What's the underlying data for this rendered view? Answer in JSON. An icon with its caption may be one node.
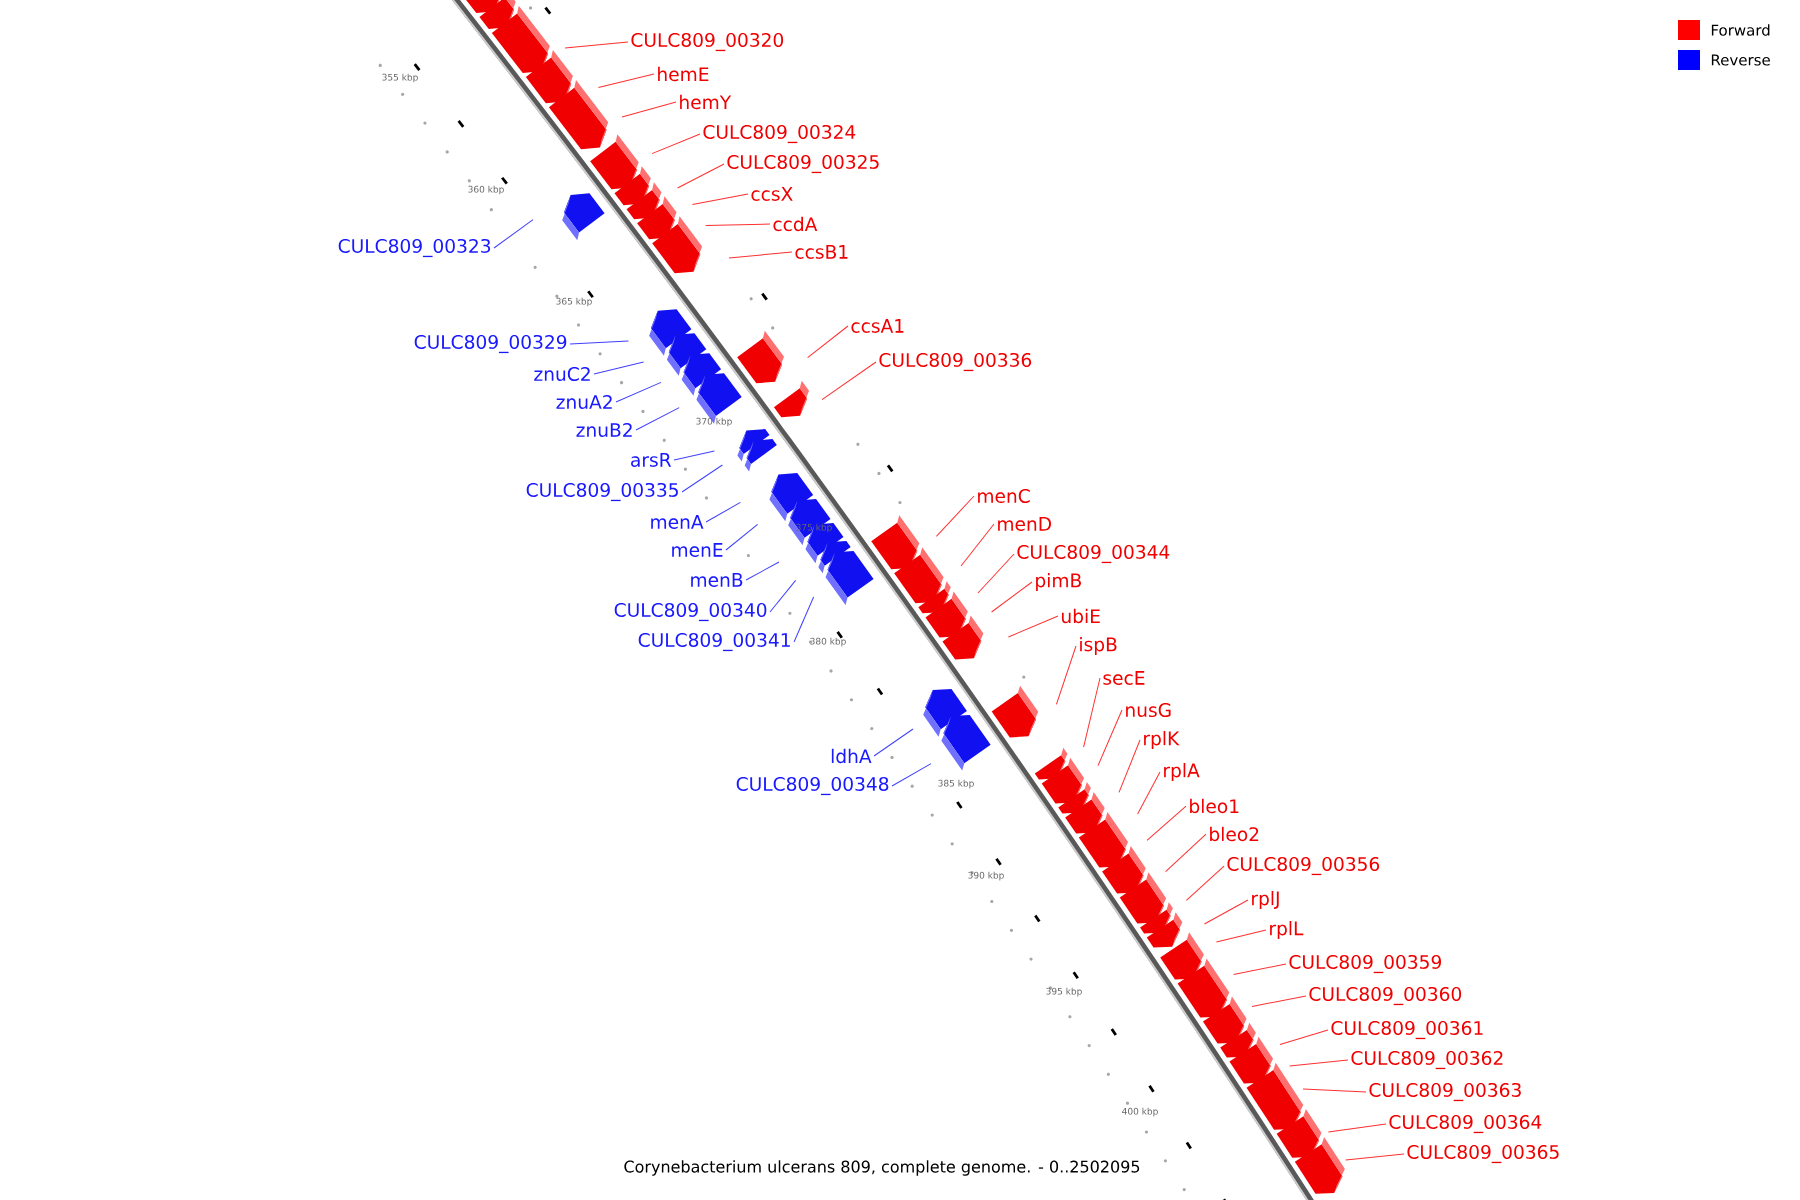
{
  "diagram": {
    "caption": "Corynebacterium ulcerans 809, complete genome. - 0..2502095",
    "nodes": [
      {
        "text": [
          "CULC809_00320"
        ]
      },
      {
        "text": [
          "hemE"
        ]
      },
      {
        "text": [
          "hemY"
        ]
      },
      {
        "text": [
          "CULC809_00324"
        ]
      },
      {
        "text": [
          "CULC809_00325"
        ]
      },
      {
        "text": [
          "ccsX"
        ]
      },
      {
        "text": [
          "ccdA"
        ]
      },
      {
        "text": [
          "CULC809_00323"
        ]
      },
      {
        "text": [
          "ccsB1"
        ]
      },
      {
        "text": [
          "ccsA1"
        ]
      },
      {
        "text": [
          "CULC809_00329"
        ]
      },
      {
        "text": [
          "CULC809_00336"
        ]
      },
      {
        "text": [
          "znuC2"
        ]
      },
      {
        "text": [
          "znuA2"
        ]
      },
      {
        "text": [
          "znuB2"
        ]
      },
      {
        "text": [
          "arsR"
        ]
      },
      {
        "text": [
          "CULC809_00335"
        ]
      },
      {
        "text": [
          "menC"
        ]
      },
      {
        "text": [
          "menA"
        ]
      },
      {
        "text": [
          "menD"
        ]
      },
      {
        "text": [
          "menE"
        ]
      },
      {
        "text": [
          "CULC809_00344"
        ]
      },
      {
        "text": [
          "menB"
        ]
      },
      {
        "text": [
          "pimB"
        ]
      },
      {
        "text": [
          "CULC809_00340"
        ]
      },
      {
        "text": [
          "ubiE"
        ]
      },
      {
        "text": [
          "CULC809_00341"
        ]
      },
      {
        "text": [
          "ispB"
        ]
      },
      {
        "text": [
          "secE"
        ]
      },
      {
        "text": [
          "nusG"
        ]
      },
      {
        "text": [
          "rplK"
        ]
      },
      {
        "text": [
          "ldhA"
        ]
      },
      {
        "text": [
          "rplA"
        ]
      },
      {
        "text": [
          "CULC809_00348"
        ]
      },
      {
        "text": [
          "bleo1"
        ]
      },
      {
        "text": [
          "bleo2"
        ]
      },
      {
        "text": [
          "CULC809_00356"
        ]
      },
      {
        "text": [
          "rplJ"
        ]
      },
      {
        "text": [
          "rplL"
        ]
      },
      {
        "text": [
          "CULC809_00359"
        ]
      },
      {
        "text": [
          "CULC809_00360"
        ]
      },
      {
        "text": [
          "CULC809_00361"
        ]
      },
      {
        "text": [
          "CULC809_00362"
        ]
      },
      {
        "text": [
          "CULC809_00363"
        ]
      },
      {
        "text": [
          "CULC809_00364"
        ]
      },
      {
        "text": [
          "CULC809_00365"
        ]
      }
    ],
    "edges": [
      {
        "from": 0,
        "to": null,
        "arrow": "none"
      },
      {
        "from": 1,
        "to": null,
        "arrow": "none"
      },
      {
        "from": 2,
        "to": null,
        "arrow": "none"
      },
      {
        "from": 3,
        "to": null,
        "arrow": "none"
      },
      {
        "from": 4,
        "to": null,
        "arrow": "none"
      },
      {
        "from": 5,
        "to": null,
        "arrow": "none"
      },
      {
        "from": 6,
        "to": null,
        "arrow": "none"
      },
      {
        "from": 7,
        "to": null,
        "arrow": "none",
        "color": "#4040ff"
      },
      {
        "from": 8,
        "to": null,
        "arrow": "none"
      },
      {
        "from": 9,
        "to": null,
        "arrow": "none"
      },
      {
        "from": 10,
        "to": null,
        "arrow": "none",
        "color": "#4040ff"
      },
      {
        "from": 11,
        "to": null,
        "arrow": "none"
      },
      {
        "from": 12,
        "to": null,
        "arrow": "none",
        "color": "#4040ff"
      },
      {
        "from": 13,
        "to": null,
        "arrow": "none",
        "color": "#4040ff"
      },
      {
        "from": 14,
        "to": null,
        "arrow": "none",
        "color": "#4040ff"
      },
      {
        "from": 15,
        "to": null,
        "arrow": "none",
        "color": "#4040ff"
      },
      {
        "from": 16,
        "to": null,
        "arrow": "none",
        "color": "#4040ff"
      },
      {
        "from": 17,
        "to": null,
        "arrow": "none"
      },
      {
        "from": 18,
        "to": null,
        "arrow": "none",
        "color": "#4040ff"
      },
      {
        "from": 19,
        "to": null,
        "arrow": "none"
      },
      {
        "from": 20,
        "to": null,
        "arrow": "none",
        "color": "#4040ff"
      },
      {
        "from": 21,
        "to": null,
        "arrow": "none"
      },
      {
        "from": 22,
        "to": null,
        "arrow": "none",
        "color": "#4040ff"
      },
      {
        "from": 23,
        "to": null,
        "arrow": "none"
      },
      {
        "from": 24,
        "to": null,
        "arrow": "none",
        "color": "#4040ff"
      },
      {
        "from": 25,
        "to": null,
        "arrow": "none"
      },
      {
        "from": 26,
        "to": null,
        "arrow": "none",
        "color": "#4040ff"
      },
      {
        "from": 27,
        "to": null,
        "arrow": "none"
      },
      {
        "from": 28,
        "to": null,
        "arrow": "none"
      },
      {
        "from": 29,
        "to": null,
        "arrow": "none"
      },
      {
        "from": 30,
        "to": null,
        "arrow": "none"
      },
      {
        "from": 31,
        "to": null,
        "arrow": "none",
        "color": "#4040ff"
      },
      {
        "from": 32,
        "to": null,
        "arrow": "none"
      },
      {
        "from": 33,
        "to": null,
        "arrow": "none",
        "color": "#4040ff"
      },
      {
        "from": 34,
        "to": null,
        "arrow": "none"
      },
      {
        "from": 35,
        "to": null,
        "arrow": "none"
      },
      {
        "from": 36,
        "to": null,
        "arrow": "none"
      },
      {
        "from": 37,
        "to": null,
        "arrow": "none"
      },
      {
        "from": 38,
        "to": null,
        "arrow": "none"
      },
      {
        "from": 39,
        "to": null,
        "arrow": "none"
      },
      {
        "from": 40,
        "to": null,
        "arrow": "none"
      },
      {
        "from": 41,
        "to": null,
        "arrow": "none"
      },
      {
        "from": 42,
        "to": null,
        "arrow": "none"
      },
      {
        "from": 43,
        "to": null,
        "arrow": "none"
      },
      {
        "from": 44,
        "to": null,
        "arrow": "none"
      },
      {
        "from": 45,
        "to": null,
        "arrow": "none"
      }
    ],
    "labels": [
      "355 kbp",
      "360 kbp",
      "365 kbp",
      "370 kbp",
      "375 kbp",
      "380 kbp",
      "385 kbp",
      "390 kbp",
      "395 kbp",
      "400 kbp"
    ],
    "legend": [
      {
        "text": "Forward",
        "color": "#ff0000"
      },
      {
        "text": "Reverse",
        "color": "#0000ff"
      }
    ]
  }
}
